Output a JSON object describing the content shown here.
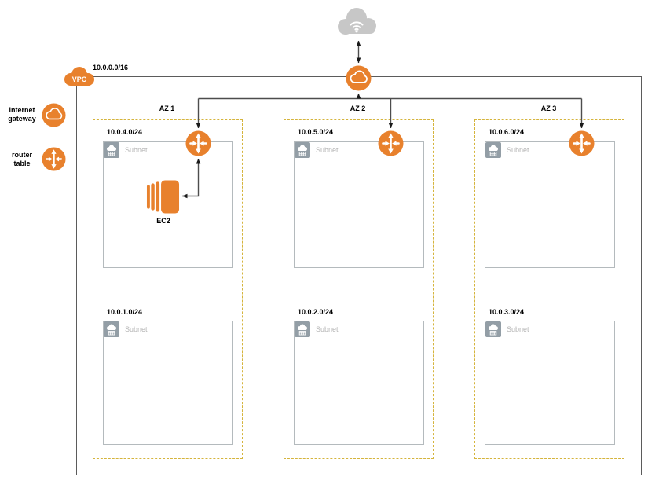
{
  "diagram": {
    "vpc": {
      "label": "VPC",
      "cidr": "10.0.0.0/16"
    },
    "internet": {
      "icon": "internet-cloud"
    },
    "internet_gateway": {
      "icon": "internet-gateway"
    },
    "legend": {
      "internet_gateway": {
        "line1": "internet",
        "line2": "gateway"
      },
      "router_table": {
        "line1": "router",
        "line2": "table"
      }
    },
    "ec2": {
      "label": "EC2"
    },
    "azs": [
      {
        "name": "AZ 1",
        "subnets": [
          {
            "cidr": "10.0.4.0/24",
            "label": "Subnet"
          },
          {
            "cidr": "10.0.1.0/24",
            "label": "Subnet"
          }
        ]
      },
      {
        "name": "AZ 2",
        "subnets": [
          {
            "cidr": "10.0.5.0/24",
            "label": "Subnet"
          },
          {
            "cidr": "10.0.2.0/24",
            "label": "Subnet"
          }
        ]
      },
      {
        "name": "AZ 3",
        "subnets": [
          {
            "cidr": "10.0.6.0/24",
            "label": "Subnet"
          },
          {
            "cidr": "10.0.3.0/24",
            "label": "Subnet"
          }
        ]
      }
    ],
    "colors": {
      "aws_orange": "#e8812d",
      "az_dashed_gold": "#d5b43c",
      "vpc_border_gray": "#5b5b5b",
      "subnet_border_gray": "#b4babd",
      "subnet_text_gray": "#b3b3b3",
      "internet_cloud_gray": "#c7c7c7",
      "subnet_icon_gray": "#939ea6",
      "connector_gray": "#4d4d4d"
    }
  }
}
